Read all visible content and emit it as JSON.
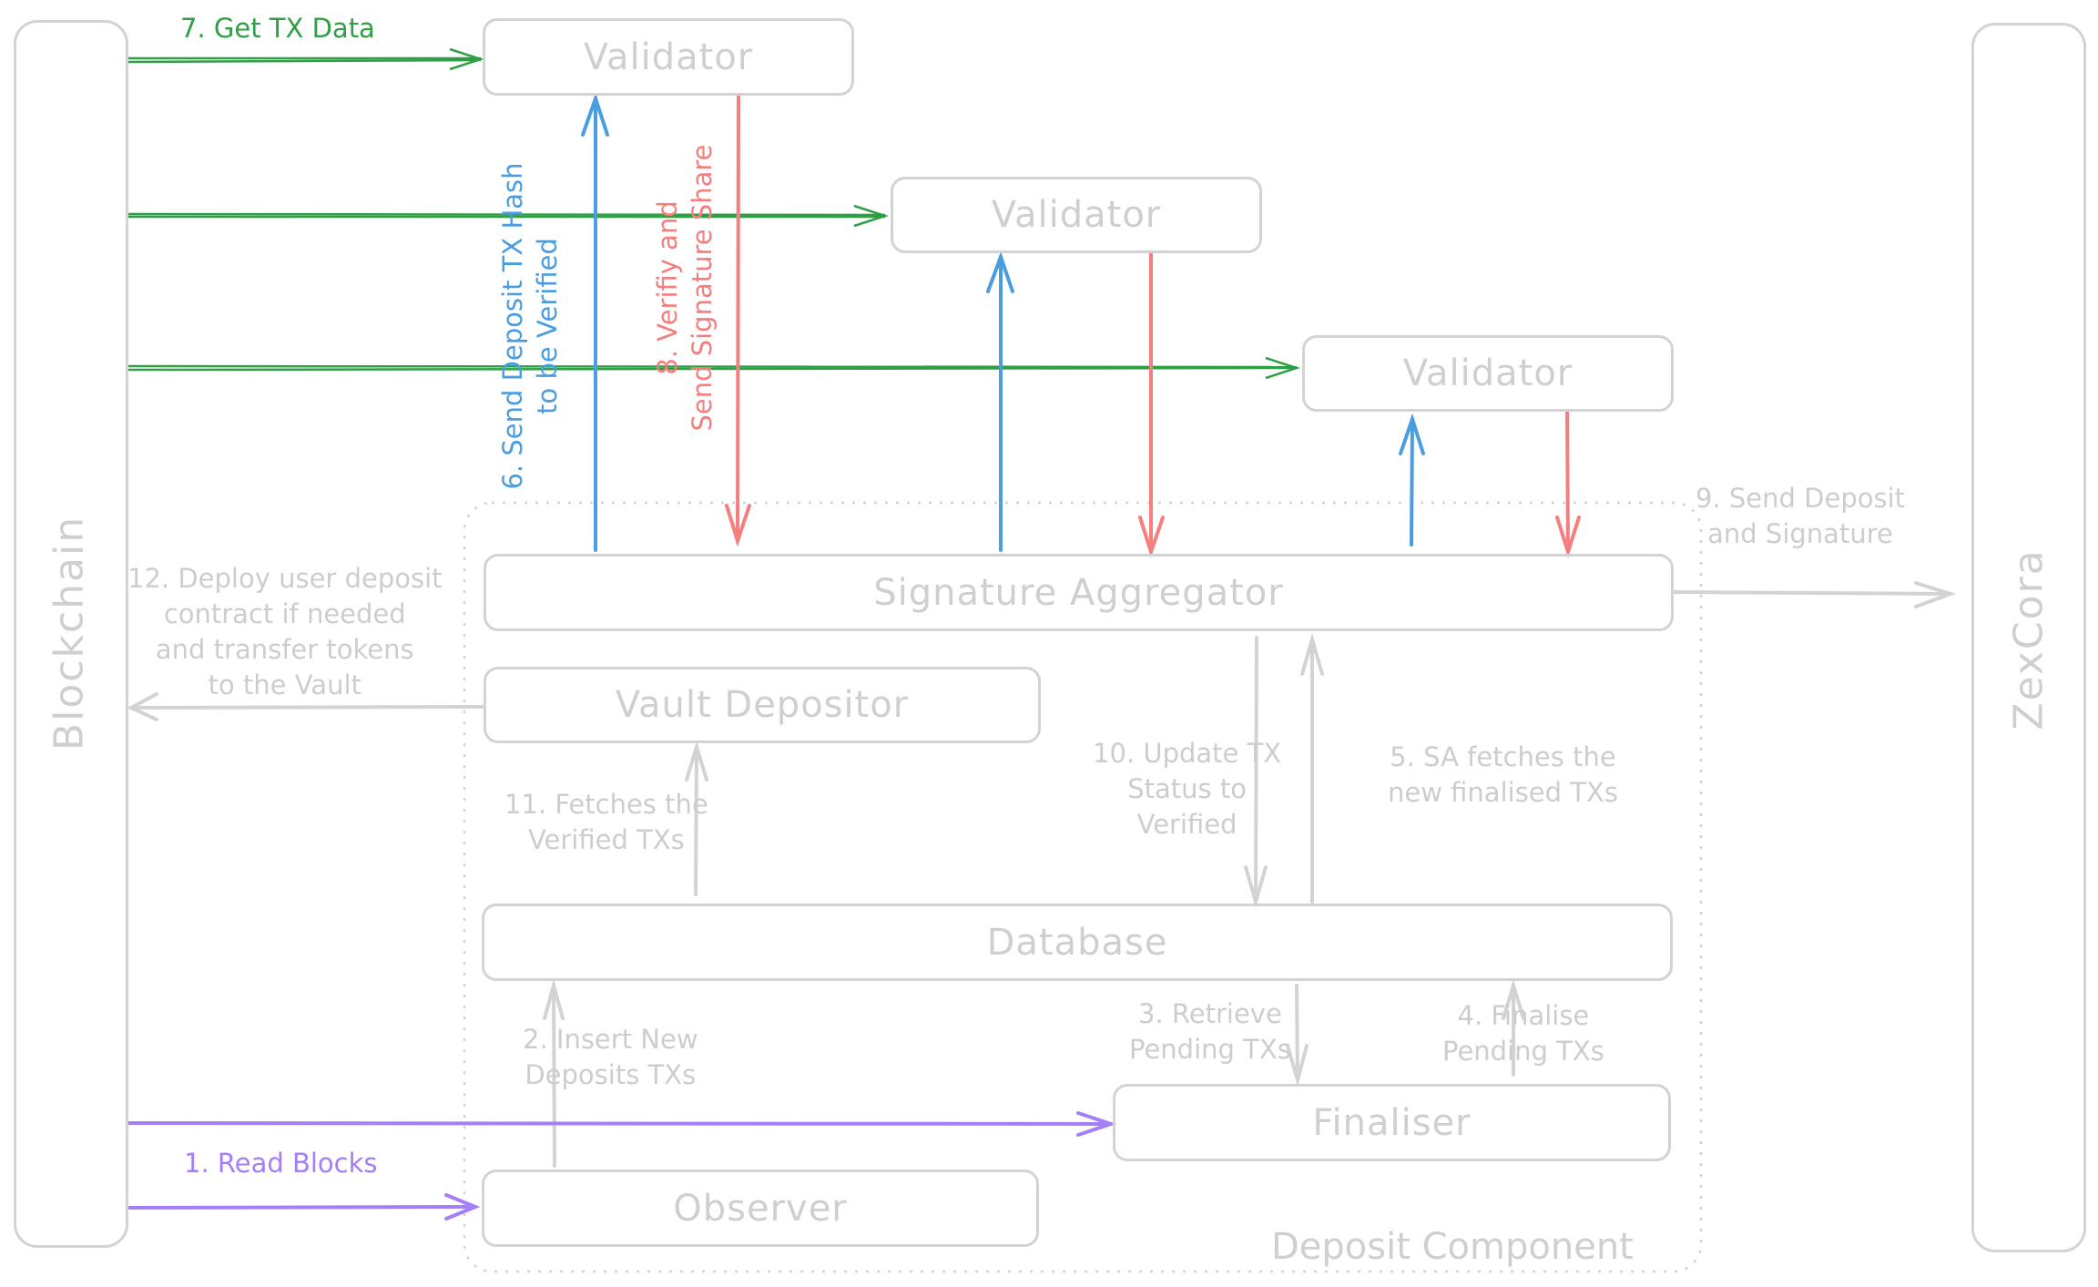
{
  "colors": {
    "stroke_gray": "#d3d3d3",
    "text_gray": "#cdcdcd",
    "green": "#2f9e44",
    "blue": "#4a9de0",
    "red": "#f47f7f",
    "purple": "#a47ff7"
  },
  "actors": {
    "blockchain": "Blockchain",
    "zexcora": "ZexCora"
  },
  "component": {
    "label": "Deposit Component"
  },
  "nodes": {
    "validator_1": "Validator",
    "validator_2": "Validator",
    "validator_3": "Validator",
    "signature_aggregator": "Signature Aggregator",
    "vault_depositor": "Vault Depositor",
    "database": "Database",
    "finaliser": "Finaliser",
    "observer": "Observer"
  },
  "steps": {
    "s1": "1. Read Blocks",
    "s2": "2. Insert New\nDeposits TXs",
    "s3": "3. Retrieve\nPending TXs",
    "s4": "4. Finalise\nPending TXs",
    "s5": "5. SA fetches the\nnew finalised TXs",
    "s6": "6. Send Deposit TX Hash\nto be Verified",
    "s7": "7. Get TX Data",
    "s8": "8. Verifiy and\nSend Signature Share",
    "s9": "9. Send Deposit\nand Signature",
    "s10": "10. Update TX\nStatus to\nVerified",
    "s11": "11. Fetches the\nVerified TXs",
    "s12": "12. Deploy user deposit\ncontract if needed\nand transfer tokens\nto the Vault"
  }
}
